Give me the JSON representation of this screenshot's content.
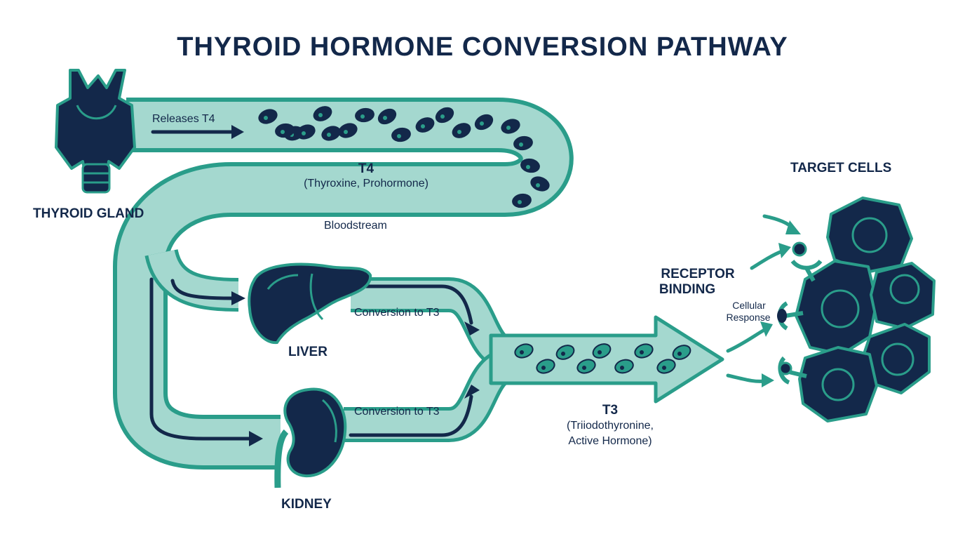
{
  "title": "THYROID HORMONE CONVERSION PATHWAY",
  "labels": {
    "releases": "Releases T4",
    "thyroid": "THYROID GLAND",
    "t4_name": "T4",
    "t4_desc": "(Thyroxine, Prohormone)",
    "bloodstream": "Bloodstream",
    "liver": "LIVER",
    "kidney": "KIDNEY",
    "conv_liver": "Conversion to T3",
    "conv_kidney": "Conversion to T3",
    "t3_name": "T3",
    "t3_desc_1": "(Triiodothyronine,",
    "t3_desc_2": "Active Hormone)",
    "receptor_1": "RECEPTOR",
    "receptor_2": "BINDING",
    "cellular_1": "Cellular",
    "cellular_2": "Response",
    "target": "TARGET CELLS"
  },
  "colors": {
    "navy": "#13284a",
    "teal": "#2a9d8a",
    "teal_light": "#a4d8cf",
    "background": "#ffffff"
  }
}
